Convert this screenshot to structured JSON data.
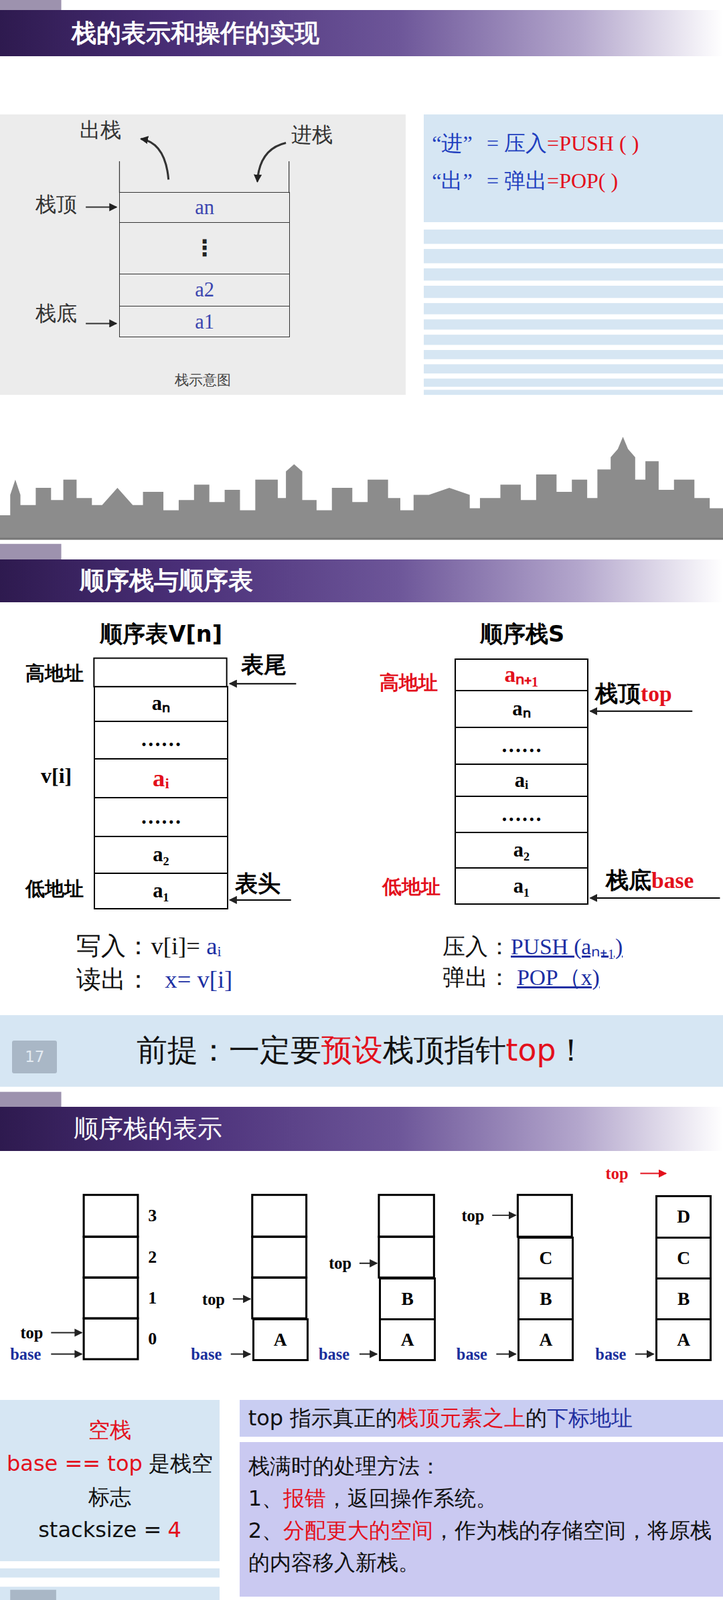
{
  "diagram": {
    "nodes": [
      {
        "text": [
          "栈的表示和操作的实现"
        ]
      },
      {
        "text": [
          "栈示意图"
        ]
      },
      {
        "text": [
          "an"
        ],
        "in": 1
      },
      {
        "text": [
          "⋮"
        ],
        "in": 1
      },
      {
        "text": [
          "a2"
        ],
        "in": 1
      },
      {
        "text": [
          "a1"
        ],
        "in": 1
      },
      {
        "text": [
          "“进”",
          "= 压入",
          "=PUSH ( )",
          "“出”",
          "= 弹出",
          "=POP( )"
        ]
      },
      {
        "text": [
          "顺序栈与顺序表"
        ]
      },
      {
        "text": [
          "aₙ"
        ]
      },
      {
        "text": [
          "……"
        ]
      },
      {
        "text": [
          "aᵢ"
        ]
      },
      {
        "text": [
          "……"
        ]
      },
      {
        "text": [
          "a₂"
        ]
      },
      {
        "text": [
          "a₁"
        ]
      },
      {
        "text": [
          "aₙ₊₁"
        ]
      },
      {
        "text": [
          "aₙ"
        ]
      },
      {
        "text": [
          "……"
        ]
      },
      {
        "text": [
          "aᵢ"
        ]
      },
      {
        "text": [
          "……"
        ]
      },
      {
        "text": [
          "a₂"
        ]
      },
      {
        "text": [
          "a₁"
        ]
      },
      {
        "text": [
          "前提：一定要",
          "预设",
          "栈顶指针",
          "top",
          "！"
        ]
      },
      {
        "text": [
          "17"
        ],
        "in": 21
      },
      {
        "text": [
          "顺序栈的表示"
        ]
      },
      {
        "text": [
          "A"
        ]
      },
      {
        "text": [
          "B"
        ]
      },
      {
        "text": [
          "A"
        ]
      },
      {
        "text": [
          "C"
        ]
      },
      {
        "text": [
          "B"
        ]
      },
      {
        "text": [
          "A"
        ]
      },
      {
        "text": [
          "D"
        ]
      },
      {
        "text": [
          "C"
        ]
      },
      {
        "text": [
          "B"
        ]
      },
      {
        "text": [
          "A"
        ]
      },
      {
        "text": [
          "空栈",
          "base == top",
          "是栈空标志",
          "stacksize =",
          "4"
        ]
      },
      {
        "text": [
          "top 指示真正的",
          "栈顶元素之上",
          "的",
          "下标地址"
        ]
      },
      {
        "text": [
          "栈满时的处理方法：",
          "1、",
          "报错",
          "，返回操作系统。",
          "2、",
          "分配更大的空间",
          "，作为栈的存储空间，将原栈的内容移入新栈。"
        ]
      }
    ],
    "labels": [
      "出栈",
      "进栈",
      "栈顶",
      "栈底",
      "顺序表V[n]",
      "高地址",
      "表尾",
      "v[i]",
      "低地址",
      "表头",
      "写入：v[i]=",
      "aᵢ",
      "读出：",
      "x= v[i]",
      "顺序栈S",
      "高地址",
      "栈顶",
      "top",
      "低地址",
      "栈底",
      "base",
      "压入：",
      "PUSH (aₙ₊₁)",
      "弹出：",
      "POP（x)",
      "3",
      "2",
      "1",
      "0",
      "top",
      "base",
      "top",
      "base",
      "top",
      "base",
      "top",
      "base",
      "top",
      "base"
    ]
  }
}
